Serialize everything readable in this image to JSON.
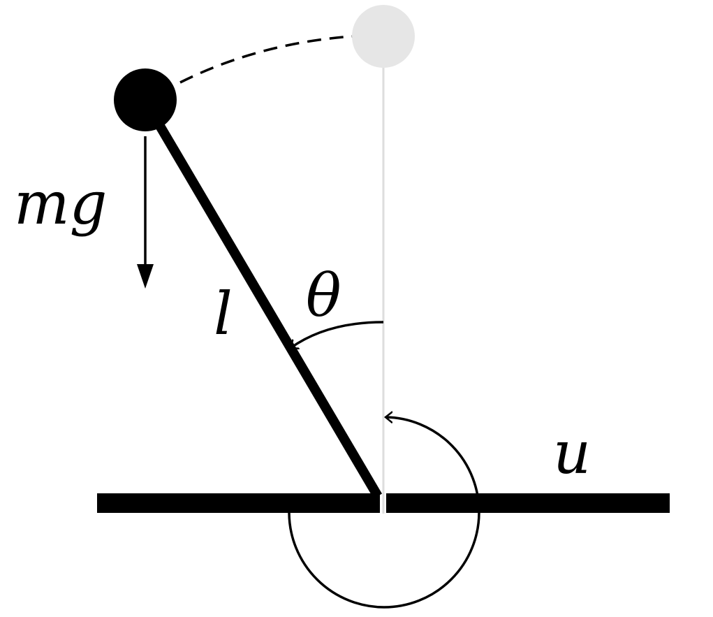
{
  "labels": {
    "gravity": "mg",
    "length": "l",
    "angle": "θ",
    "torque": "u"
  },
  "colors": {
    "ink": "#000000",
    "ghost_bob": "#e6e6e6",
    "reference_line": "#dddddd",
    "background": "#ffffff"
  },
  "elements": [
    "pendulum-rod",
    "pendulum-bob",
    "upright-ghost-bob",
    "swing-arc",
    "gravity-arrow",
    "angle-arc",
    "torque-arc",
    "base-bar"
  ]
}
